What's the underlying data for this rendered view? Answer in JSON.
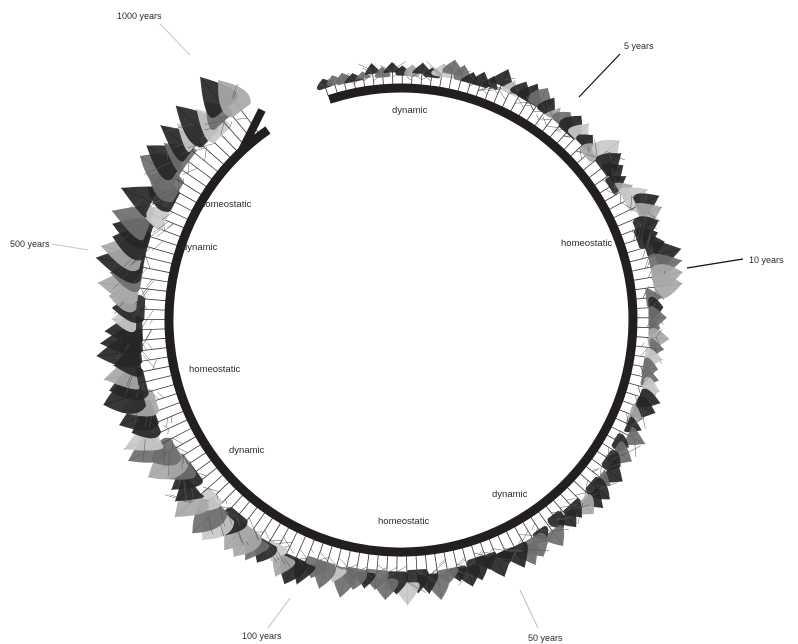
{
  "diagram": {
    "phase_labels": [
      {
        "id": "dynamic-top",
        "text": "dynamic"
      },
      {
        "id": "homeostatic-right",
        "text": "homeostatic"
      },
      {
        "id": "dynamic-lower-right",
        "text": "dynamic"
      },
      {
        "id": "homeostatic-bottom",
        "text": "homeostatic"
      },
      {
        "id": "dynamic-lower-left",
        "text": "dynamic"
      },
      {
        "id": "homeostatic-left",
        "text": "homeostatic"
      },
      {
        "id": "dynamic-upper-left",
        "text": "dynamic"
      },
      {
        "id": "homeostatic-upper-left",
        "text": "homeostatic"
      }
    ],
    "age_markers": [
      {
        "id": "5-years",
        "text": "5 years"
      },
      {
        "id": "10-years",
        "text": "10 years"
      },
      {
        "id": "50-years",
        "text": "50 years"
      },
      {
        "id": "100-years",
        "text": "100 years"
      },
      {
        "id": "500-years",
        "text": "500 years"
      },
      {
        "id": "1000-years",
        "text": "1000 years"
      }
    ],
    "colors": {
      "ring": "#231f20",
      "tree_dark": "#262626",
      "tree_mid": "#6e6e6e",
      "tree_light": "#a8a8a8",
      "tree_pale": "#c9c9c9"
    }
  }
}
